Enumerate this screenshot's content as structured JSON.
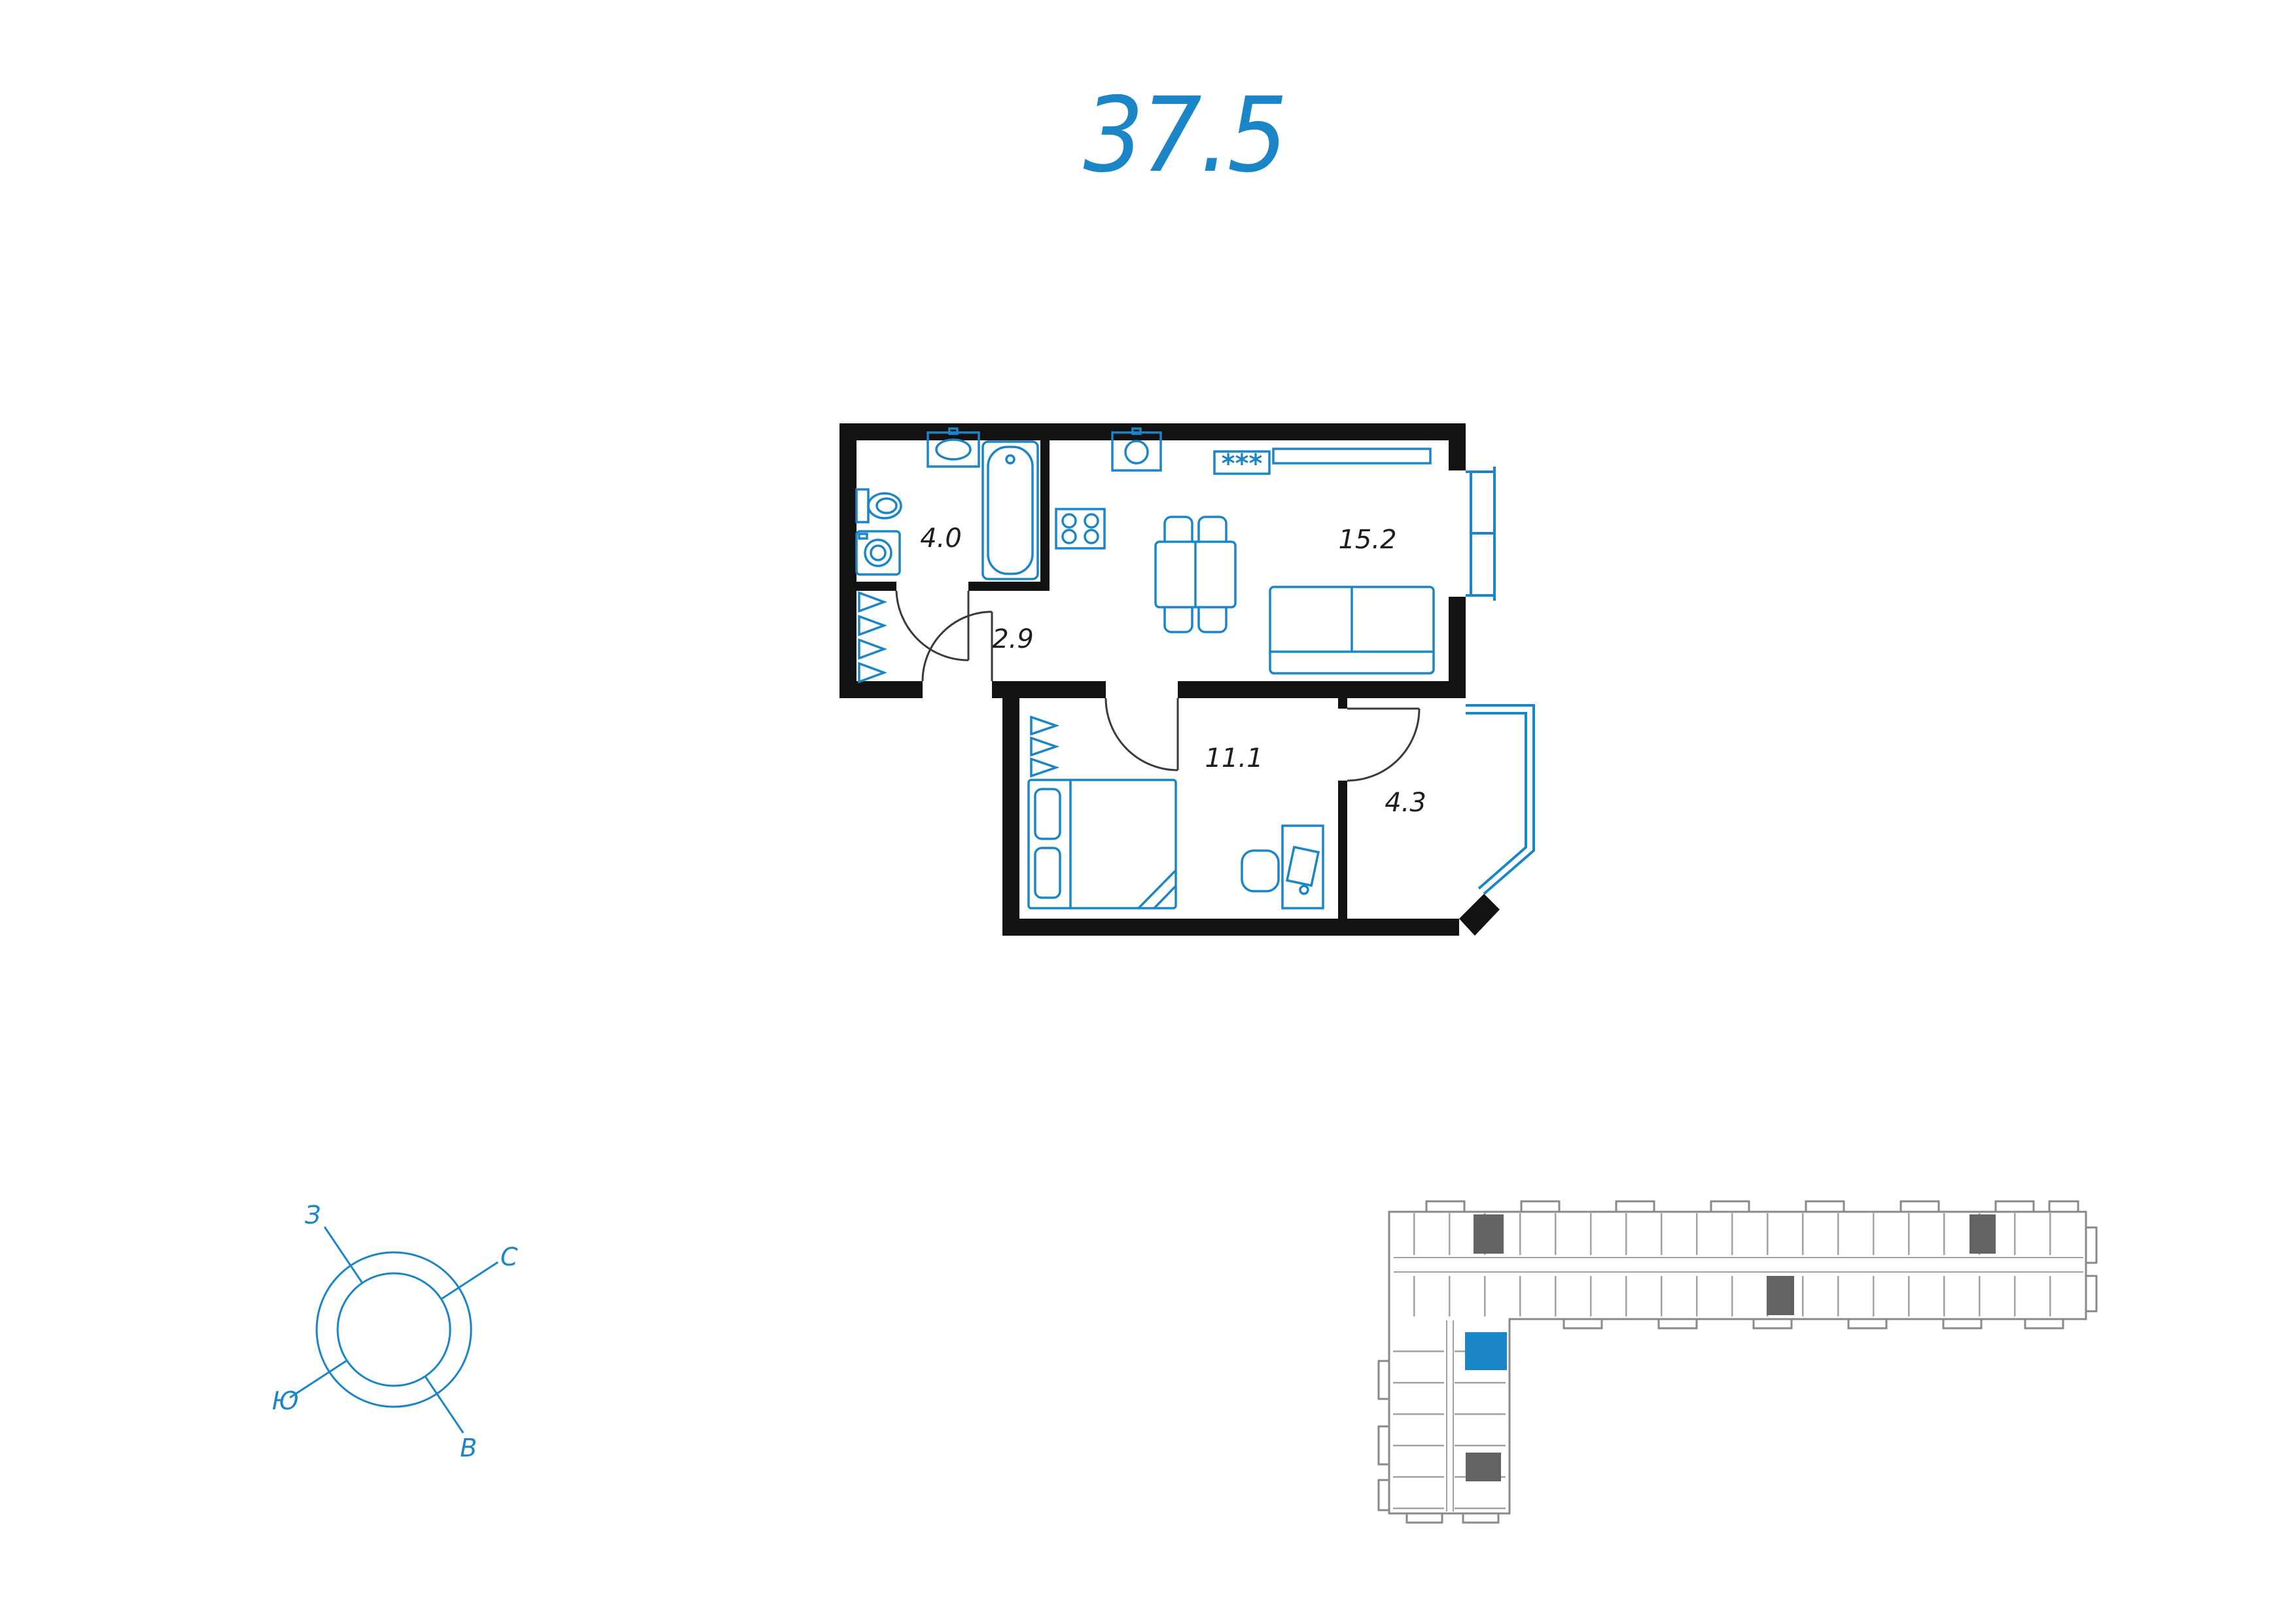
{
  "title": "37.5",
  "colors": {
    "accent": "#1a86c7",
    "wall": "#121212",
    "label": "#1e1e1e",
    "building": "#8a8a8a"
  },
  "plan": {
    "rooms": [
      {
        "name": "bathroom",
        "area": "4.0"
      },
      {
        "name": "hallway",
        "area": "2.9"
      },
      {
        "name": "kitchen-living-room",
        "area": "15.2"
      },
      {
        "name": "bedroom",
        "area": "11.1"
      },
      {
        "name": "balcony",
        "area": "4.3"
      }
    ],
    "kitchen_marker": "***"
  },
  "compass": {
    "north": "С",
    "east": "В",
    "south": "Ю",
    "west": "З"
  }
}
